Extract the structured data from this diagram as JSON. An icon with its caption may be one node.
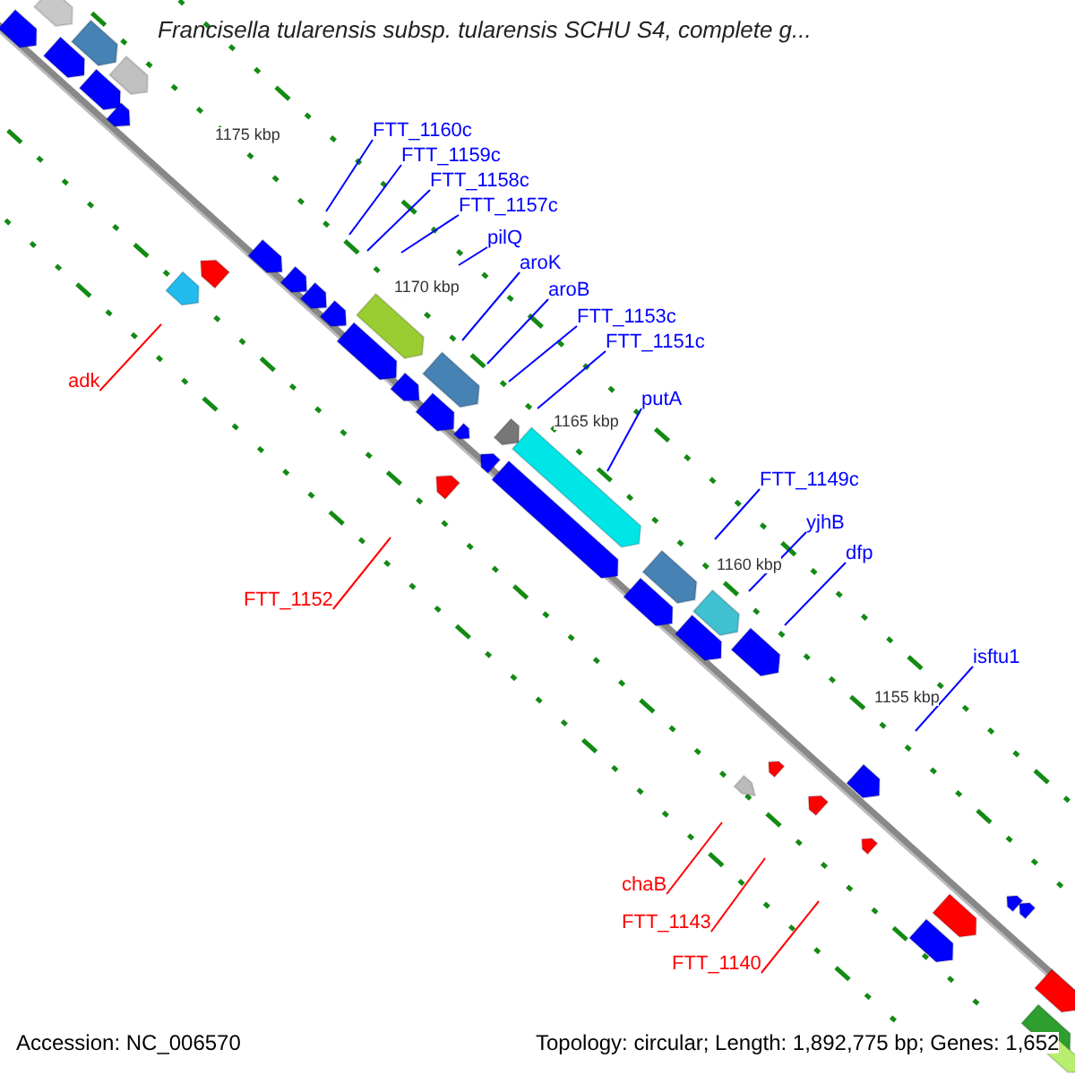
{
  "diagram": {
    "title": "Francisella tularensis subsp. tularensis SCHU S4, complete g...",
    "nodes": [
      {
        "text": [
          "FTT_1160c"
        ]
      },
      {
        "text": [
          "FTT_1159c"
        ]
      },
      {
        "text": [
          "FTT_1158c"
        ]
      },
      {
        "text": [
          "FTT_1157c"
        ]
      },
      {
        "text": [
          "pilQ"
        ]
      },
      {
        "text": [
          "aroK"
        ]
      },
      {
        "text": [
          "aroB"
        ]
      },
      {
        "text": [
          "FTT_1153c"
        ]
      },
      {
        "text": [
          "FTT_1151c"
        ]
      },
      {
        "text": [
          "putA"
        ]
      },
      {
        "text": [
          "FTT_1149c"
        ]
      },
      {
        "text": [
          "yjhB"
        ]
      },
      {
        "text": [
          "dfp"
        ]
      },
      {
        "text": [
          "isftu1"
        ]
      },
      {
        "text": [
          "adk"
        ]
      },
      {
        "text": [
          "FTT_1152"
        ]
      },
      {
        "text": [
          "chaB"
        ]
      },
      {
        "text": [
          "FTT_1143"
        ]
      },
      {
        "text": [
          "FTT_1140"
        ]
      }
    ],
    "edges": [
      {
        "from": 0,
        "to": null,
        "arrow": "none"
      },
      {
        "from": 1,
        "to": null,
        "arrow": "none"
      },
      {
        "from": 2,
        "to": null,
        "arrow": "none"
      },
      {
        "from": 3,
        "to": null,
        "arrow": "none"
      },
      {
        "from": 4,
        "to": null,
        "arrow": "none"
      },
      {
        "from": 5,
        "to": null,
        "arrow": "none"
      },
      {
        "from": 6,
        "to": null,
        "arrow": "none"
      },
      {
        "from": 7,
        "to": null,
        "arrow": "none"
      },
      {
        "from": 8,
        "to": null,
        "arrow": "none"
      },
      {
        "from": 9,
        "to": null,
        "arrow": "none"
      },
      {
        "from": 10,
        "to": null,
        "arrow": "none"
      },
      {
        "from": 11,
        "to": null,
        "arrow": "none"
      },
      {
        "from": 12,
        "to": null,
        "arrow": "none"
      },
      {
        "from": 13,
        "to": null,
        "arrow": "none"
      },
      {
        "from": 14,
        "to": null,
        "arrow": "none",
        "color": "#ff0000"
      },
      {
        "from": 15,
        "to": null,
        "arrow": "none",
        "color": "#ff0000"
      },
      {
        "from": 16,
        "to": null,
        "arrow": "none",
        "color": "#ff0000"
      },
      {
        "from": 17,
        "to": null,
        "arrow": "none",
        "color": "#ff0000"
      },
      {
        "from": 18,
        "to": null,
        "arrow": "none",
        "color": "#ff0000"
      }
    ],
    "labels": [
      "1175 kbp",
      "1170 kbp",
      "1165 kbp",
      "1160 kbp",
      "1155 kbp",
      "Accession: NC_006570",
      "Topology: circular; Length: 1,892,775 bp; Genes: 1,652"
    ]
  }
}
